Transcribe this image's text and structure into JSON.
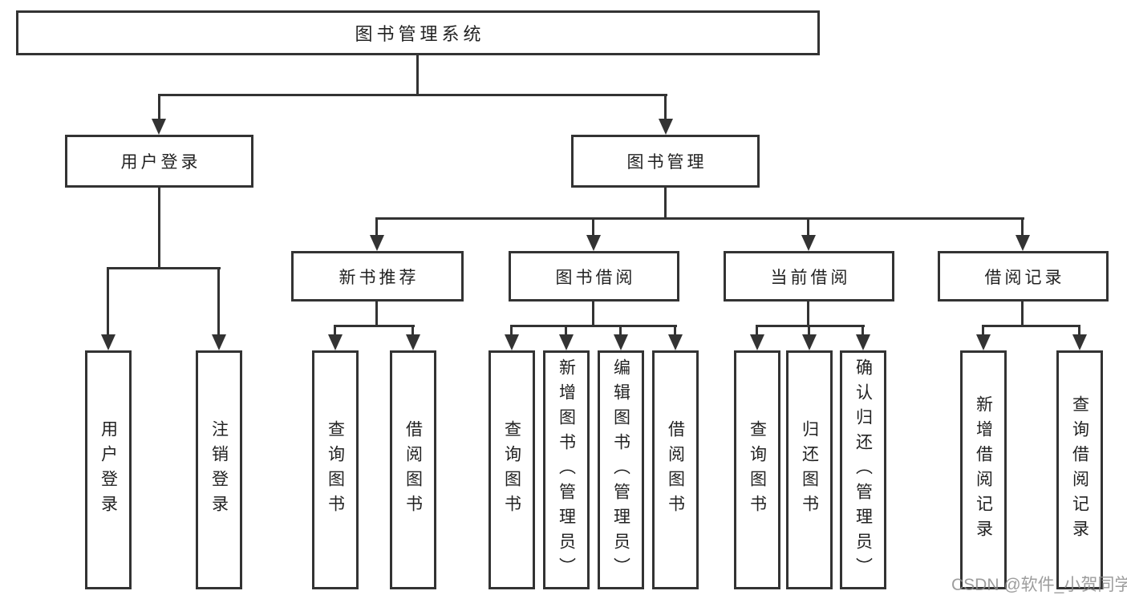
{
  "diagram": {
    "type": "tree",
    "root": {
      "label": "图书管理系统"
    },
    "branches": [
      {
        "label": "用户登录",
        "children": [
          {
            "label": "用户登录"
          },
          {
            "label": "注销登录"
          }
        ]
      },
      {
        "label": "图书管理",
        "children": [
          {
            "label": "新书推荐",
            "children": [
              {
                "label": "查询图书"
              },
              {
                "label": "借阅图书"
              }
            ]
          },
          {
            "label": "图书借阅",
            "children": [
              {
                "label": "查询图书"
              },
              {
                "label": "新增图书（管理员）"
              },
              {
                "label": "编辑图书（管理员）"
              },
              {
                "label": "借阅图书"
              }
            ]
          },
          {
            "label": "当前借阅",
            "children": [
              {
                "label": "查询图书"
              },
              {
                "label": "归还图书"
              },
              {
                "label": "确认归还（管理员）"
              }
            ]
          },
          {
            "label": "借阅记录",
            "children": [
              {
                "label": "新增借阅记录"
              },
              {
                "label": "查询借阅记录"
              }
            ]
          }
        ]
      }
    ]
  },
  "watermark": {
    "text": "CSDN @软件_小贺同学"
  },
  "colors": {
    "line": "#333333",
    "text": "#222222",
    "background": "#ffffff",
    "watermark": "#8c8c8c"
  }
}
